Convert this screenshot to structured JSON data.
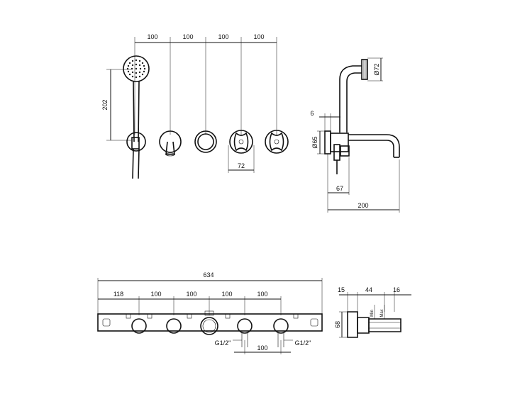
{
  "dimensions": {
    "top_spacing": [
      "100",
      "100",
      "100",
      "100"
    ],
    "handshower_height": "202",
    "handle_diameter": "72",
    "wall_offset": "6",
    "flange_diameter": "Ø65",
    "head_diameter": "Ø72",
    "spout_depth": "67",
    "spout_reach": "200",
    "total_length": "634",
    "bottom_spacing": [
      "118",
      "100",
      "100",
      "100",
      "100"
    ],
    "connection_left": "G1/2\"",
    "connection_right": "G1/2\"",
    "connection_spacing": "100",
    "side_widths": [
      "15",
      "44",
      "16"
    ],
    "side_height": "68",
    "min_label": "Min",
    "max_label": "Max"
  }
}
